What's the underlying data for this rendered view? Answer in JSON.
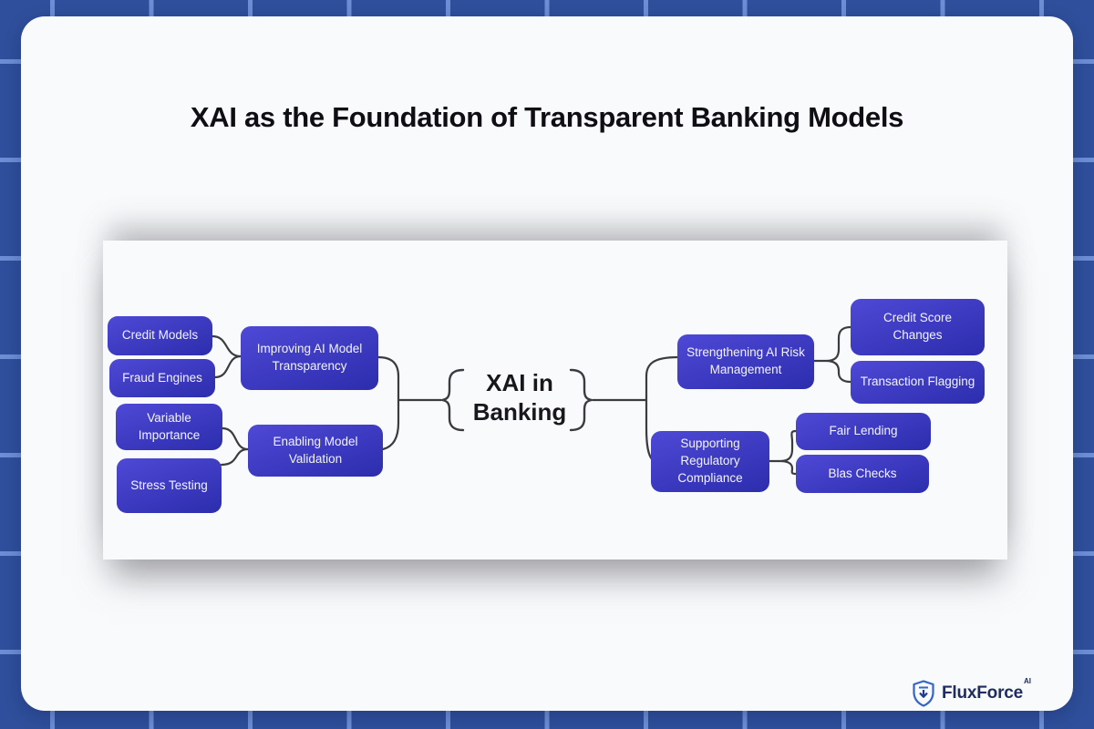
{
  "header": {
    "title": "XAI as the Foundation of Transparent Banking Models"
  },
  "mindmap": {
    "center_label": "XAI in Banking",
    "nodes": {
      "credit_models": {
        "label": "Credit Models"
      },
      "fraud_engines": {
        "label": "Fraud Engines"
      },
      "improving": {
        "label": "Improving AI Model Transparency"
      },
      "variable_importance": {
        "label": "Variable Importance"
      },
      "enabling": {
        "label": "Enabling Model Validation"
      },
      "stress_testing": {
        "label": "Stress Testing"
      },
      "strengthening": {
        "label": "Strengthening AI Risk Management"
      },
      "supporting": {
        "label": "Supporting Regulatory Compliance"
      },
      "credit_score": {
        "label": "Credit Score Changes"
      },
      "transaction_flagging": {
        "label": "Transaction Flagging"
      },
      "fair_lending": {
        "label": "Fair Lending"
      },
      "blas_checks": {
        "label": "Blas Checks"
      }
    }
  },
  "branding": {
    "name": "FluxForce",
    "superscript": "AI",
    "icon": "shield-arrow-down-icon"
  },
  "colors": {
    "background": "#2f4f9c",
    "grid_line": "#6c8ed5",
    "card_background": "#f8fafc",
    "node_gradient_top": "#4f49d6",
    "node_gradient_bottom": "#2c2dad",
    "node_text": "#f2f3ff",
    "connector": "#3c3c40",
    "title_text": "#0e0e13",
    "brand_navy": "#202c5e",
    "brand_blue": "#3566c4"
  }
}
